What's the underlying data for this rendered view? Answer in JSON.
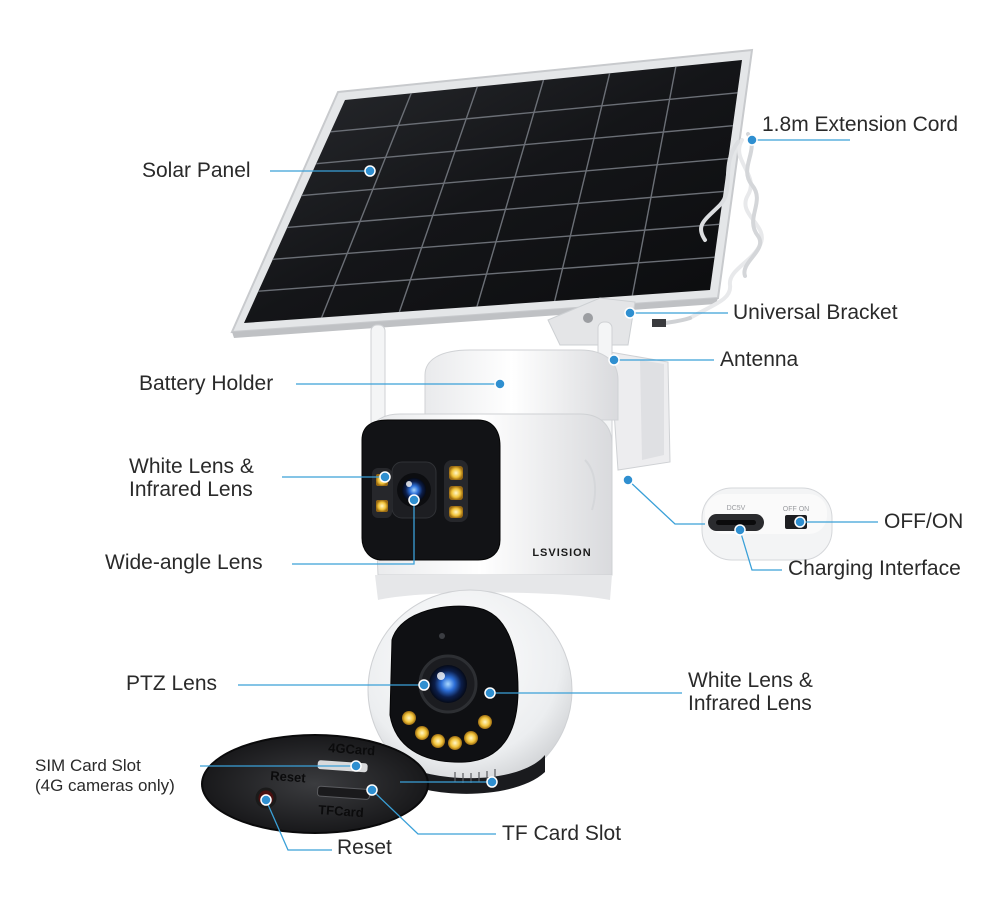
{
  "callouts": {
    "solar_panel": "Solar Panel",
    "extension_cord": "1.8m Extension Cord",
    "universal_bracket": "Universal Bracket",
    "antenna": "Antenna",
    "battery_holder": "Battery Holder",
    "white_ir_lens_top": [
      "White Lens &",
      "Infrared Lens"
    ],
    "wide_angle_lens": "Wide-angle Lens",
    "off_on": "OFF/ON",
    "charging_interface": "Charging Interface",
    "ptz_lens": "PTZ Lens",
    "white_ir_lens_bottom": [
      "White Lens &",
      "Infrared Lens"
    ],
    "sim_card_slot": [
      "SIM Card Slot",
      "(4G cameras only)"
    ],
    "reset": "Reset",
    "tf_card_slot": "TF Card Slot"
  },
  "device_markings": {
    "brand": "LSVISION",
    "port_label": "DC5V",
    "switch_label": "OFF ON",
    "inset_reset": "Reset",
    "inset_4g": "4GCard",
    "inset_tf": "TFCard"
  },
  "colors": {
    "leader_line": "#3aa0d8",
    "dot": "#2f8fd0",
    "text": "#2a2a2a"
  }
}
